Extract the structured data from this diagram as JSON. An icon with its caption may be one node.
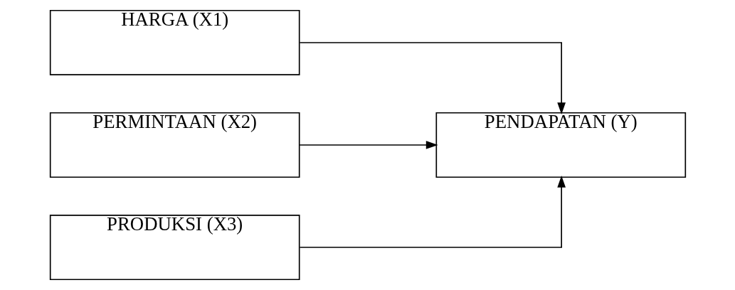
{
  "diagram": {
    "nodes": [
      {
        "text": [
          "HARGA (X1)"
        ]
      },
      {
        "text": [
          "PERMINTAAN (X2)"
        ]
      },
      {
        "text": [
          "PRODUKSI (X3)"
        ]
      },
      {
        "text": [
          "PENDAPATAN (Y)"
        ]
      }
    ],
    "edges": [
      {
        "from": 0,
        "to": 3,
        "arrow": "to"
      },
      {
        "from": 1,
        "to": 3,
        "arrow": "to"
      },
      {
        "from": 2,
        "to": 3,
        "arrow": "to"
      }
    ]
  }
}
